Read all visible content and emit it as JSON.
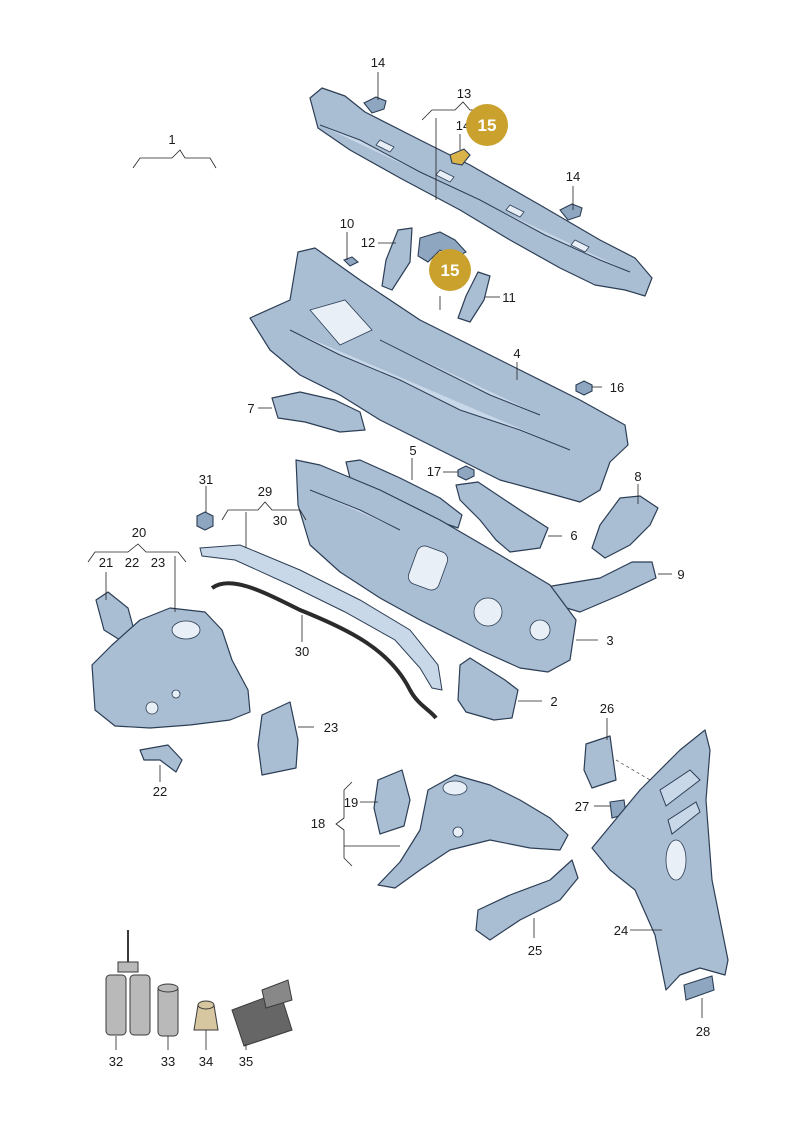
{
  "labels": {
    "p1": "1",
    "p2": "2",
    "p3": "3",
    "p4": "4",
    "p5": "5",
    "p6": "6",
    "p7": "7",
    "p8": "8",
    "p9": "9",
    "p10": "10",
    "p11": "11",
    "p12": "12",
    "p13": "13",
    "p14a": "14",
    "p14b": "14",
    "p14c": "14",
    "p16": "16",
    "p17": "17",
    "p18": "18",
    "p19": "19",
    "p20": "20",
    "p21": "21",
    "p22a": "22",
    "p22b": "22",
    "p23a": "23",
    "p23b": "23",
    "p24": "24",
    "p25": "25",
    "p26": "26",
    "p27": "27",
    "p28": "28",
    "p29": "29",
    "p30a": "30",
    "p30b": "30",
    "p31": "31",
    "p32": "32",
    "p33": "33",
    "p34": "34",
    "p35": "35"
  },
  "badges": {
    "b1": "15",
    "b2": "15"
  },
  "colors": {
    "part_fill": "#a9bdd3",
    "part_stroke": "#2c3e55",
    "badge": "#c9a12c"
  }
}
